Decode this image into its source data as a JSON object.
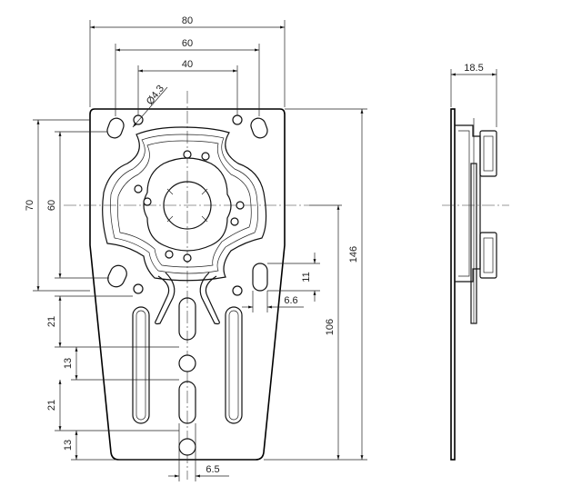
{
  "drawing": {
    "front_view": {
      "dims": {
        "overall_width": "80",
        "hole_spacing_60": "60",
        "hole_spacing_40": "40",
        "hole_diameter": "Ø4.3",
        "height_70": "70",
        "height_60": "60",
        "slot_height": "11",
        "slot_width": "6.6",
        "total_height": "146",
        "height_106": "106",
        "pitch_21_upper": "21",
        "pitch_13_upper": "13",
        "pitch_21_lower": "21",
        "pitch_13_lower": "13",
        "bottom_slot_width": "6.5"
      }
    },
    "side_view": {
      "dims": {
        "depth": "18.5"
      }
    }
  }
}
